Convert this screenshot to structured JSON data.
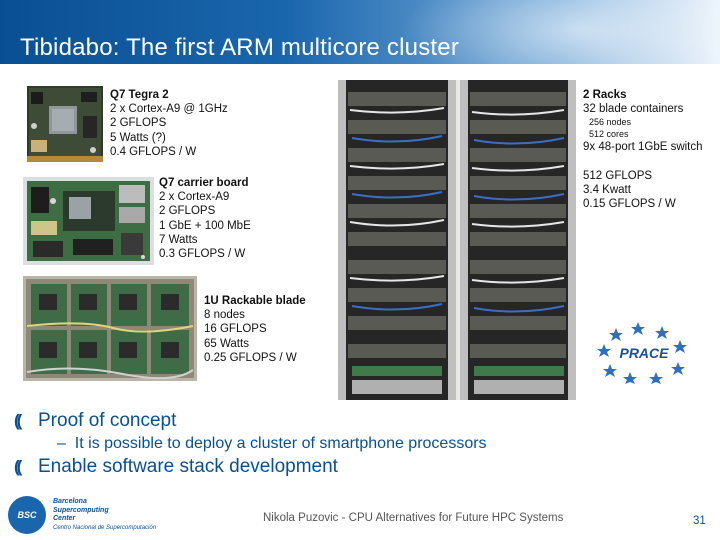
{
  "slide": {
    "title": "Tibidabo: The first ARM multicore cluster",
    "page_number": "31",
    "footer": "Nikola Puzovic - CPU Alternatives for Future HPC Systems"
  },
  "logo": {
    "circle_text": "BSC",
    "lines": [
      "Barcelona",
      "Supercomputing",
      "Center"
    ],
    "sub": "Centro Nacional de Supercomputación"
  },
  "spec_q7": {
    "heading": "Q7 Tegra 2",
    "lines": [
      "2 x Cortex-A9 @ 1GHz",
      "2 GFLOPS",
      "5 Watts (?)",
      "0.4 GFLOPS / W"
    ]
  },
  "spec_carrier": {
    "heading": "Q7 carrier board",
    "lines": [
      "2 x Cortex-A9",
      "2 GFLOPS",
      "1 GbE + 100 MbE",
      "7 Watts",
      "0.3 GFLOPS / W"
    ]
  },
  "spec_blade": {
    "heading": "1U Rackable blade",
    "lines": [
      "8 nodes",
      "16 GFLOPS",
      "65 Watts",
      "0.25 GFLOPS / W"
    ]
  },
  "spec_racks": {
    "heading": "2 Racks",
    "line1": "32 blade containers",
    "small1": "256 nodes",
    "small2": "512 cores",
    "line2": "9x 48-port 1GbE switch",
    "line3": "512 GFLOPS",
    "line4": "3.4 Kwatt",
    "line5": "0.15 GFLOPS / W"
  },
  "prace_logo": "PRACE",
  "bullets": {
    "b1": "Proof of concept",
    "b1_sub": "It is possible to deploy a cluster of smartphone processors",
    "b2": "Enable software stack development"
  },
  "colors": {
    "brand_blue": "#0a4f93",
    "header_light": "#eef4fb"
  }
}
